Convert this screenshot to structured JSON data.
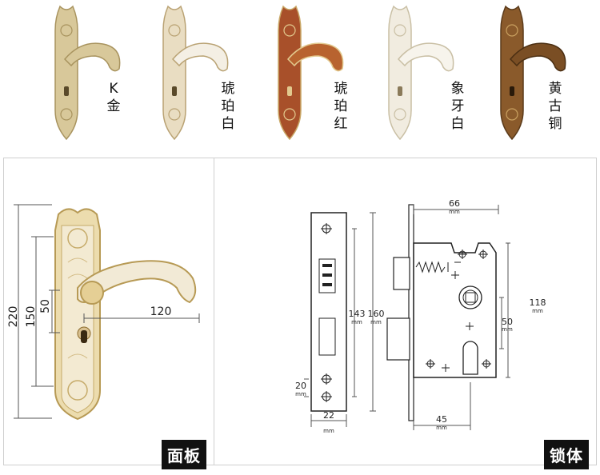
{
  "finishes": [
    {
      "name": "K金",
      "chars": [
        "K",
        "金"
      ],
      "color": "#d8c89a"
    },
    {
      "name": "琥珀白",
      "chars": [
        "琥",
        "珀",
        "白"
      ],
      "color": "#e9ddc2"
    },
    {
      "name": "琥珀红",
      "chars": [
        "琥",
        "珀",
        "红"
      ],
      "color": "#a8502a"
    },
    {
      "name": "象牙白",
      "chars": [
        "象",
        "牙",
        "白"
      ],
      "color": "#f1ece0"
    },
    {
      "name": "黄古铜",
      "chars": [
        "黄",
        "古",
        "铜"
      ],
      "color": "#8a5a2b"
    }
  ],
  "panel": {
    "label": "面板",
    "dims": {
      "total": "220",
      "mid": "150",
      "small": "50",
      "handle": "120"
    }
  },
  "lockbody": {
    "label": "锁体",
    "dims": {
      "width": "66",
      "height": "118",
      "center": "50",
      "backset": "45",
      "plate_height_inner": "143",
      "plate_height_outer": "160",
      "edge": "20",
      "plate_width": "22",
      "unit": "mm"
    }
  }
}
